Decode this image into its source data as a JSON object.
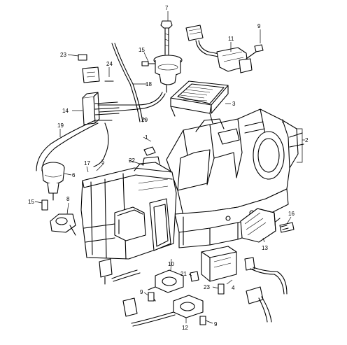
{
  "callouts": [
    {
      "id": "c1",
      "text": "1"
    },
    {
      "id": "c2",
      "text": "2"
    },
    {
      "id": "c3",
      "text": "3"
    },
    {
      "id": "c4",
      "text": "4"
    },
    {
      "id": "c5",
      "text": "5"
    },
    {
      "id": "c6",
      "text": "6"
    },
    {
      "id": "c7",
      "text": "7"
    },
    {
      "id": "c8",
      "text": "8"
    },
    {
      "id": "c9a",
      "text": "9"
    },
    {
      "id": "c9b",
      "text": "9"
    },
    {
      "id": "c9c",
      "text": "9"
    },
    {
      "id": "c10",
      "text": "10"
    },
    {
      "id": "c11",
      "text": "11"
    },
    {
      "id": "c12",
      "text": "12"
    },
    {
      "id": "c13",
      "text": "13"
    },
    {
      "id": "c14",
      "text": "14"
    },
    {
      "id": "c15a",
      "text": "15"
    },
    {
      "id": "c15b",
      "text": "15"
    },
    {
      "id": "c16",
      "text": "16"
    },
    {
      "id": "c17",
      "text": "17"
    },
    {
      "id": "c18",
      "text": "18"
    },
    {
      "id": "c19",
      "text": "19"
    },
    {
      "id": "c20",
      "text": "20"
    },
    {
      "id": "c21",
      "text": "21"
    },
    {
      "id": "c22",
      "text": "22"
    },
    {
      "id": "c23a",
      "text": "23"
    },
    {
      "id": "c23b",
      "text": "23"
    },
    {
      "id": "c24",
      "text": "24"
    }
  ]
}
